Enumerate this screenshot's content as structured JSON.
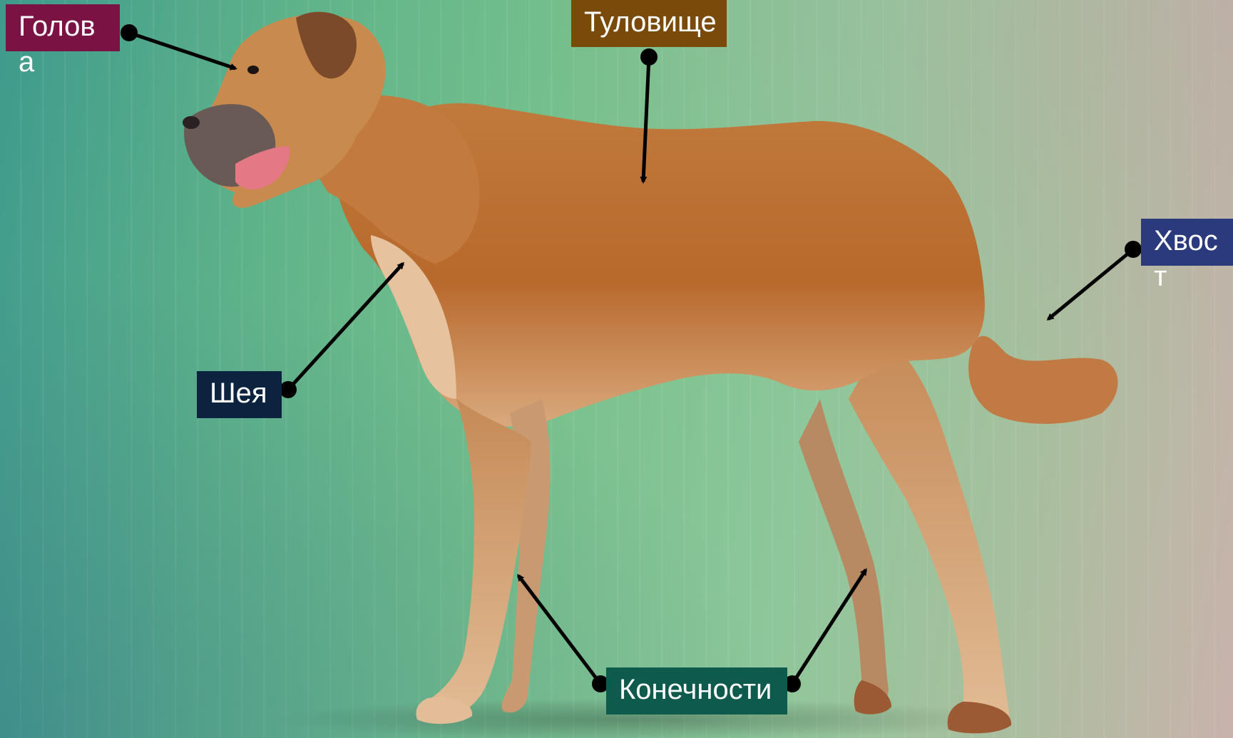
{
  "labels": {
    "head": {
      "text": "Голова",
      "color": "#7a1344"
    },
    "body": {
      "text": "Туловище",
      "color": "#7a4a0b"
    },
    "neck": {
      "text": "Шея",
      "color": "#0c2340"
    },
    "tail": {
      "text": "Хвост",
      "color": "#2a3a7c"
    },
    "limbs": {
      "text": "Конечности",
      "color": "#0e5a4d"
    }
  },
  "arrow_color": "#000000",
  "label_text_color": "#ffffff",
  "illustration": "dog-side-view"
}
